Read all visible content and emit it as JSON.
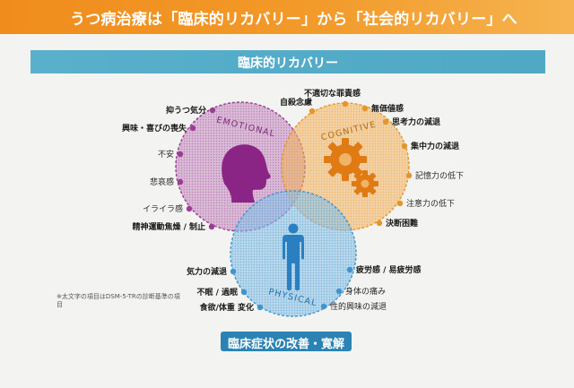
{
  "header": {
    "title": "うつ病治療は「臨床的リカバリー」から「社会的リカバリー」へ"
  },
  "subheader": {
    "title": "臨床的リカバリー"
  },
  "circles": {
    "emotional": {
      "title": "EMOTIONAL",
      "color": "#9b3d94"
    },
    "cognitive": {
      "title": "COGNITIVE",
      "color": "#e5952a"
    },
    "physical": {
      "title": "PHYSICAL",
      "color": "#3f95d0"
    }
  },
  "emotional_symptoms": [
    "抑うつ気分",
    "興味・喜びの喪失",
    "不安",
    "悲哀感",
    "イライラ感",
    "精神運動焦燥 / 制止"
  ],
  "cognitive_symptoms": [
    "自殺念慮",
    "不適切な罪責感",
    "無価値感",
    "思考力の減退",
    "集中力の減退",
    "記憶力の低下",
    "注意力の低下",
    "決断困難"
  ],
  "physical_symptoms_left": [
    "気力の減退",
    "不眠 / 過眠",
    "食欲/体重 変化"
  ],
  "physical_symptoms_right": [
    "疲労感 / 易疲労感",
    "身体の痛み",
    "性的興味の減退"
  ],
  "footnote": "※太文字の項目はDSM-5-TRの診断基準の項目",
  "bottom_badge": "臨床症状の改善・寛解"
}
